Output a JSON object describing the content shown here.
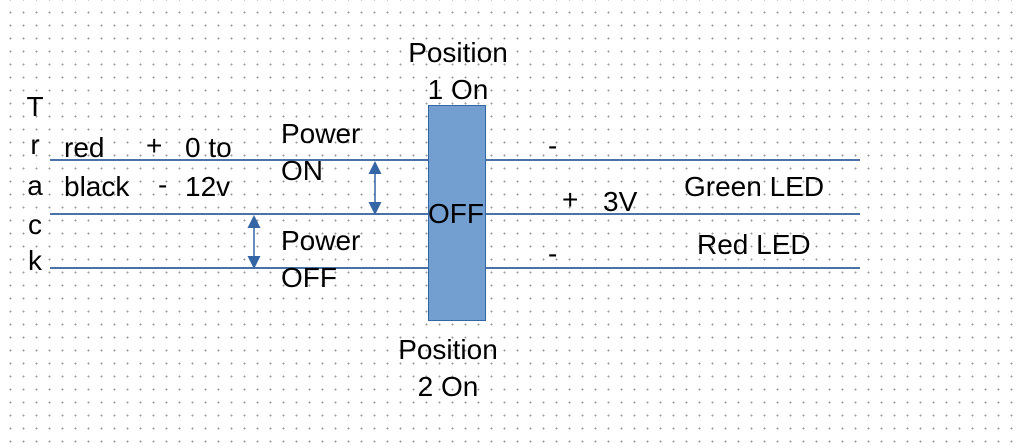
{
  "track_label": [
    "T",
    "r",
    "a",
    "c",
    "k"
  ],
  "input": {
    "row1": {
      "wire": "red",
      "polarity": "+",
      "voltage": "0 to"
    },
    "row2": {
      "wire": "black",
      "polarity": "-",
      "voltage": "12v"
    }
  },
  "power_on_label": "Power\nON",
  "power_off_label": "Power\nOFF",
  "switch": {
    "state_label": "OFF",
    "top_position_label": "Position\n1 On",
    "bottom_position_label": "Position\n2 On"
  },
  "output": {
    "top_polarity": "-",
    "middle_polarity": "+",
    "middle_voltage": "3V",
    "bottom_polarity": "-",
    "green_led_label": "Green LED",
    "red_led_label": "Red LED"
  },
  "colors": {
    "wire": "#4a72a8",
    "switch_fill": "#729fcf",
    "arrow": "#3465a4"
  }
}
